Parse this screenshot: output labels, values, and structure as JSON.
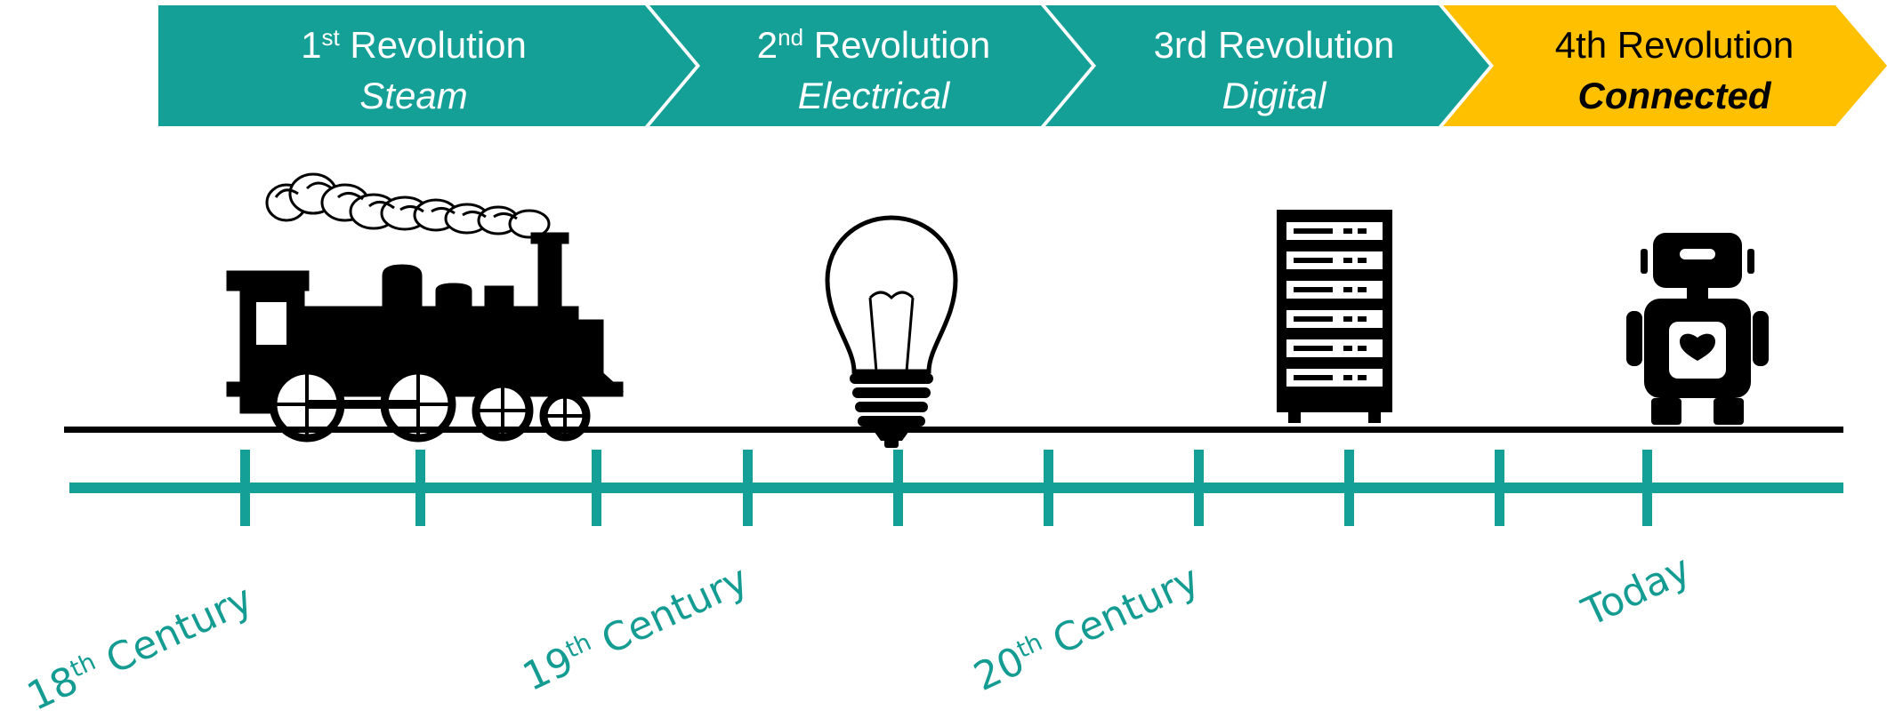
{
  "colors": {
    "teal": "#14a096",
    "highlight": "#ffc000",
    "black": "#000000",
    "white": "#ffffff"
  },
  "revolutions": [
    {
      "num": "1",
      "sup": "st",
      "rest": " Revolution",
      "subtitle": "Steam",
      "icon": "steam-locomotive-icon"
    },
    {
      "num": "2",
      "sup": "nd",
      "rest": " Revolution",
      "subtitle": "Electrical",
      "icon": "light-bulb-icon"
    },
    {
      "num": "3rd",
      "sup": "",
      "rest": " Revolution",
      "subtitle": "Digital",
      "icon": "server-rack-icon"
    },
    {
      "num": "4th",
      "sup": "",
      "rest": " Revolution",
      "subtitle": "Connected",
      "icon": "robot-icon"
    }
  ],
  "eras": [
    {
      "num": "18",
      "sup": "th",
      "rest": " Century"
    },
    {
      "num": "19",
      "sup": "th",
      "rest": " Century"
    },
    {
      "num": "20",
      "sup": "th",
      "rest": " Century"
    },
    {
      "num": "Today",
      "sup": "",
      "rest": ""
    }
  ]
}
